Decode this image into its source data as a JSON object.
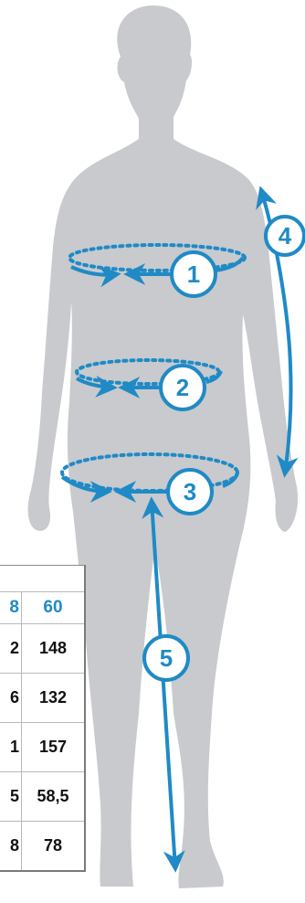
{
  "colors": {
    "figure": "#c8cacd",
    "accent": "#1f8ac6"
  },
  "markers": [
    "1",
    "2",
    "3",
    "4",
    "5"
  ],
  "table": {
    "header": [
      "8",
      "60"
    ],
    "rows": [
      [
        "2",
        "148"
      ],
      [
        "6",
        "132"
      ],
      [
        "1",
        "157"
      ],
      [
        "5",
        "58,5"
      ],
      [
        "8",
        "78"
      ]
    ]
  }
}
